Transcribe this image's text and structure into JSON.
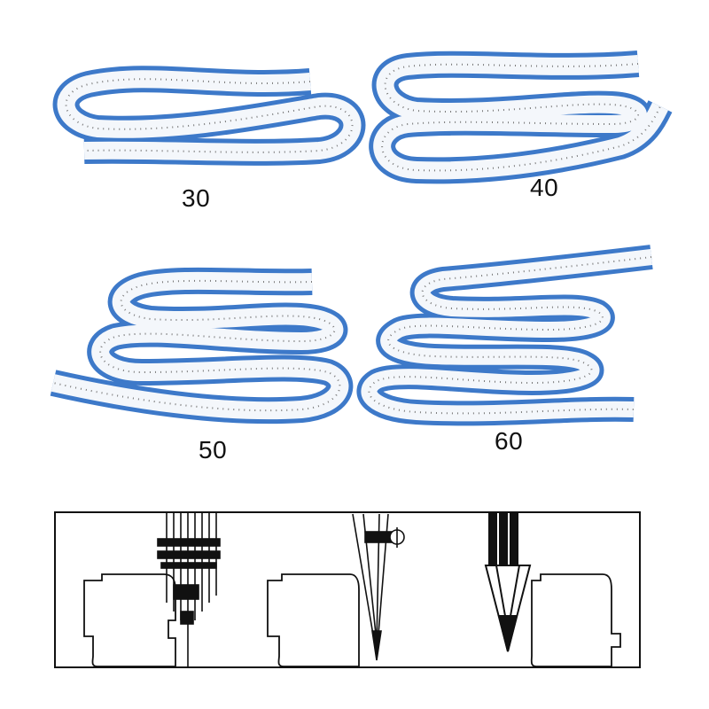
{
  "product": {
    "colors": {
      "ruler_blue": "#3d79c9",
      "ruler_white": "#f3f6fa",
      "ink": "#1a1a1a"
    },
    "variants": [
      {
        "label": "30"
      },
      {
        "label": "40"
      },
      {
        "label": "50"
      },
      {
        "label": "60"
      }
    ]
  },
  "usage_diagram": {
    "tools": [
      "technical-pen-icon",
      "compass-pen-icon",
      "pencil-icon"
    ]
  }
}
